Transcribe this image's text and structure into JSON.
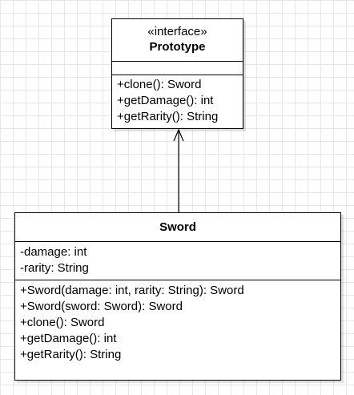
{
  "prototype": {
    "stereotype": "«interface»",
    "name": "Prototype",
    "attributes": [],
    "operations": [
      "+clone(): Sword",
      "+getDamage(): int",
      "+getRarity(): String"
    ]
  },
  "sword": {
    "name": "Sword",
    "attributes": [
      "-damage: int",
      "-rarity: String"
    ],
    "operations": [
      "+Sword(damage: int, rarity: String): Sword",
      "+Sword(sword: Sword): Sword",
      "+clone(): Sword",
      "+getDamage(): int",
      "+getRarity(): String"
    ]
  },
  "relationship": {
    "type": "association",
    "from": "Sword",
    "to": "Prototype"
  }
}
